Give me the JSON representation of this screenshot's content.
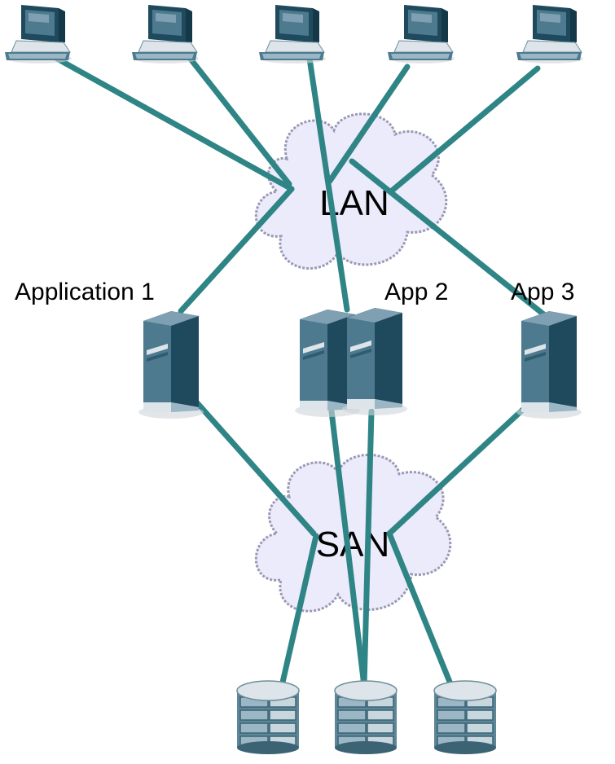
{
  "diagram": {
    "clouds": {
      "lan": "LAN",
      "san": "SAN"
    },
    "servers": {
      "app1_label": "Application 1",
      "app2_label": "App 2",
      "app3_label": "App 3"
    },
    "colors": {
      "link": "#2f8585",
      "cloud_fill": "#ecebfb",
      "cloud_stroke": "#9a98b4",
      "device_dark": "#1f4a5e",
      "device_mid": "#4d7a8f",
      "device_light": "#dde5ea"
    },
    "icons": {
      "client": "desktop-computer-icon",
      "server": "tower-server-icon",
      "storage": "disk-storage-icon",
      "network": "cloud-icon"
    }
  }
}
